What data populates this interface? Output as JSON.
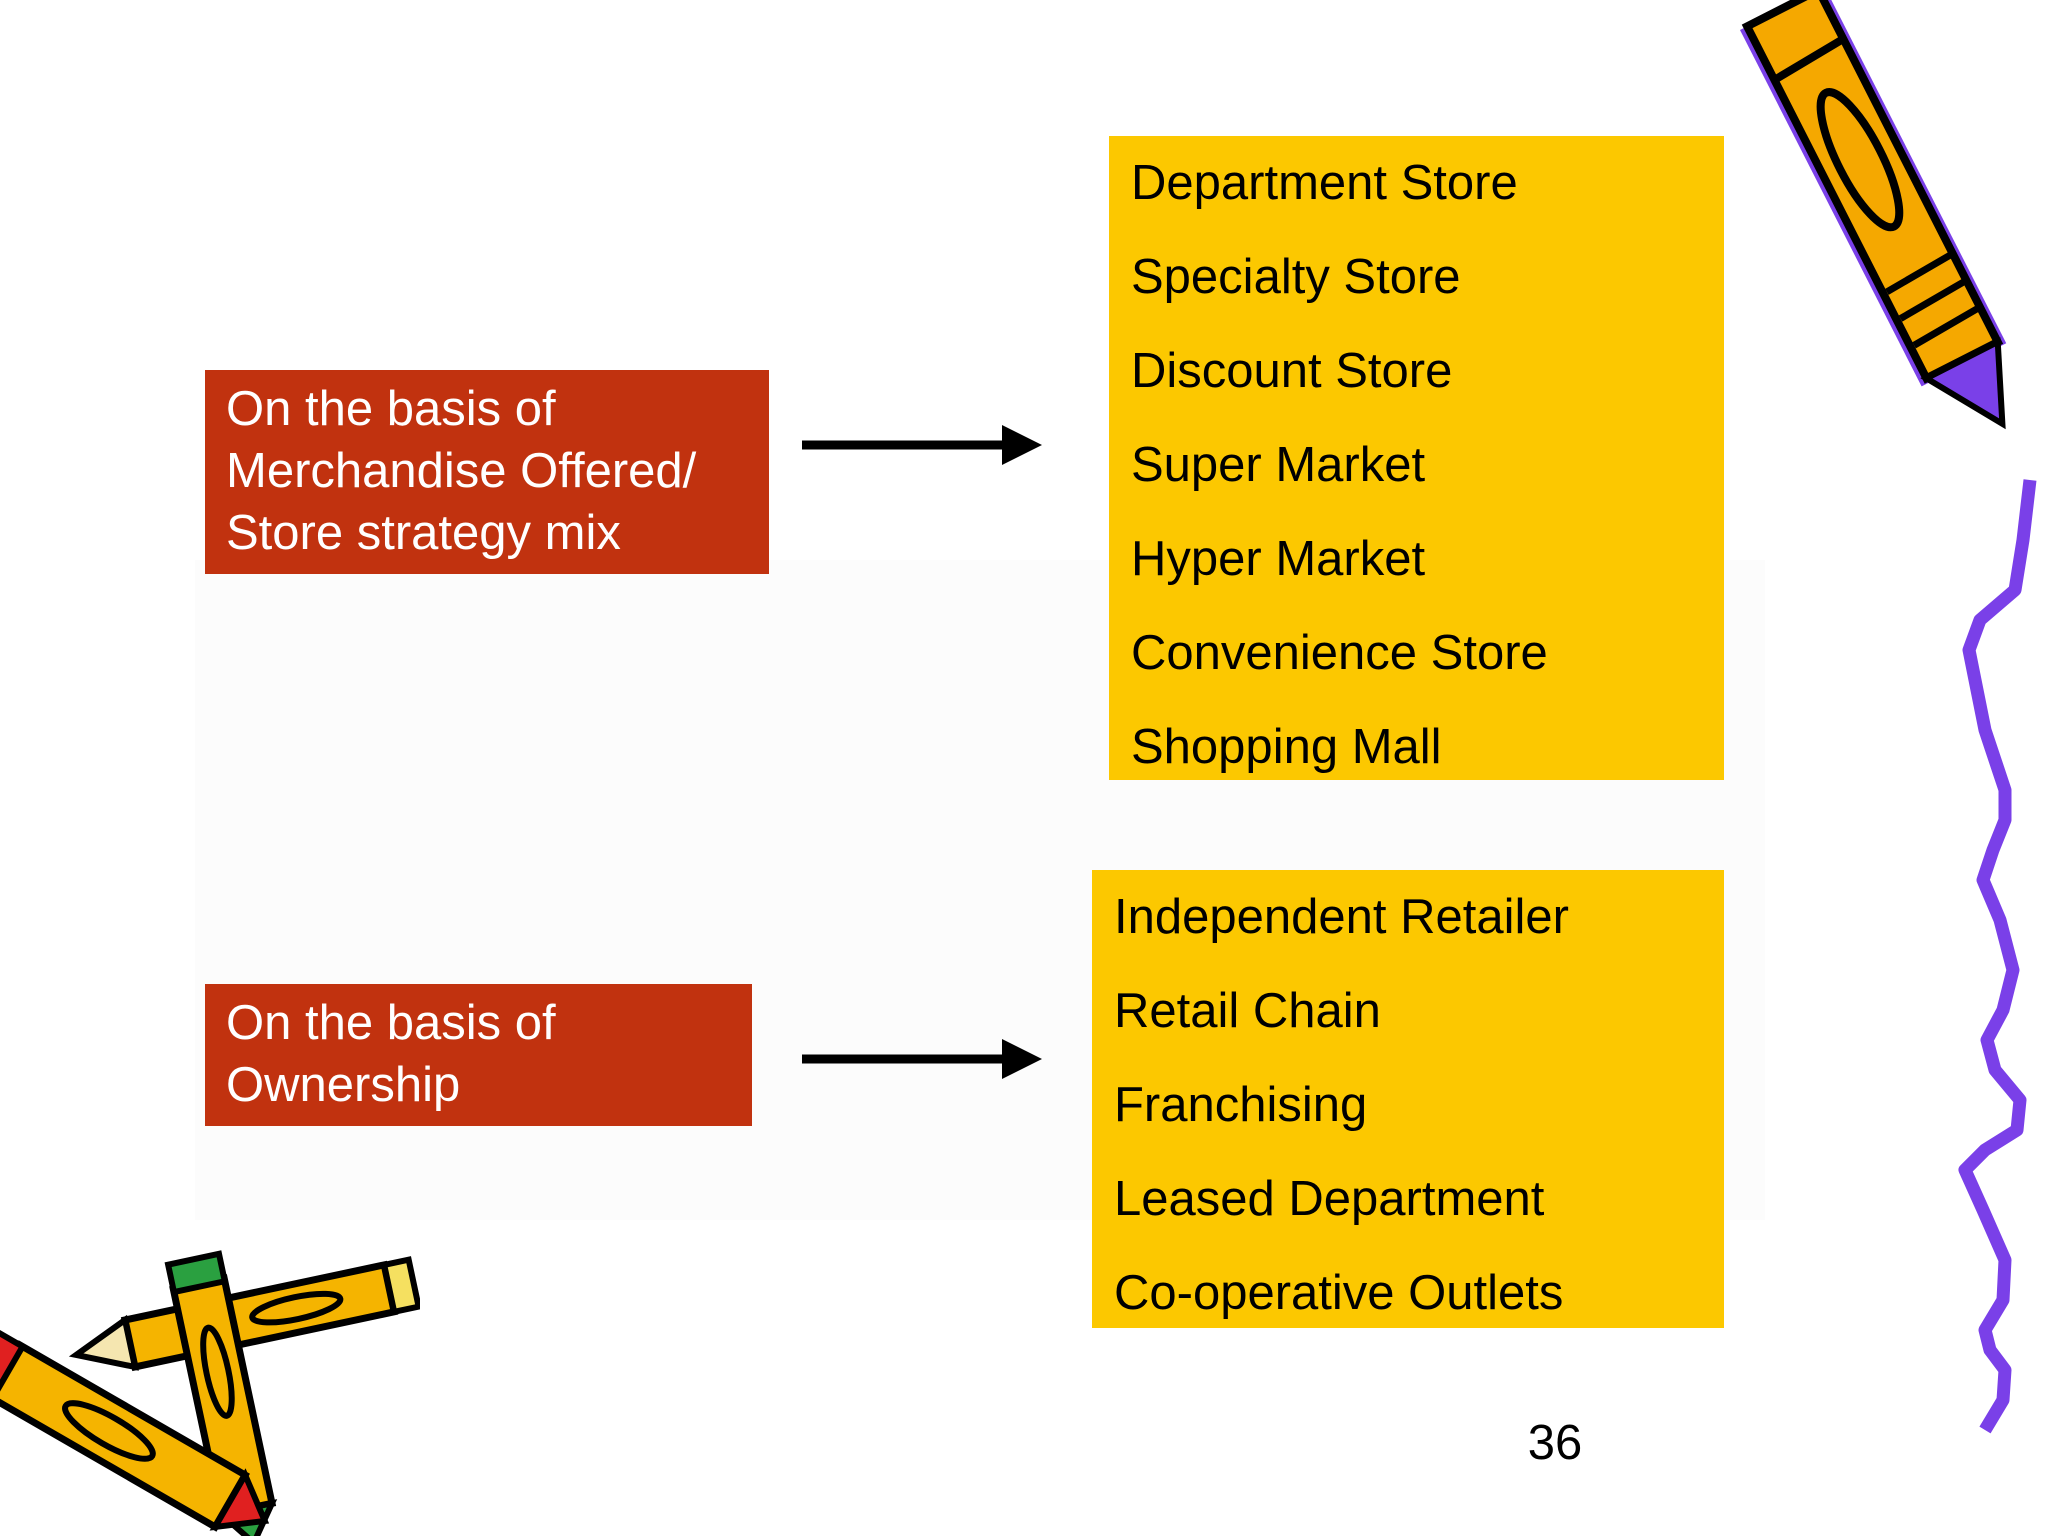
{
  "groups": [
    {
      "basis_lines": [
        "On the basis of",
        "Merchandise Offered/",
        "Store strategy mix"
      ],
      "types": [
        "Department Store",
        "Specialty Store",
        "Discount Store",
        "Super Market",
        "Hyper Market",
        "Convenience Store",
        "Shopping Mall"
      ]
    },
    {
      "basis_lines": [
        "On the basis of",
        "Ownership"
      ],
      "types": [
        "Independent Retailer",
        "Retail Chain",
        "Franchising",
        "Leased Department",
        "Co-operative Outlets"
      ]
    }
  ],
  "page_number": "36",
  "colors": {
    "basis_box": "#c1320f",
    "types_box": "#fcc800",
    "arrow": "#000000",
    "squiggle": "#7a40e8"
  },
  "decorations": [
    "pencil-icon",
    "crossed-pencils-icon",
    "squiggle-line"
  ]
}
